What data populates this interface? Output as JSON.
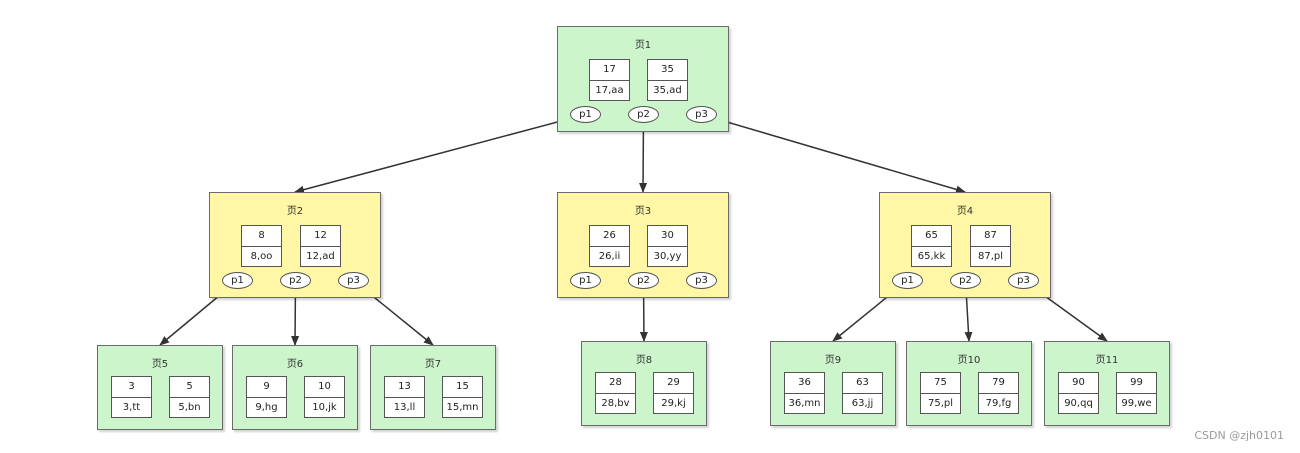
{
  "pages": {
    "p1": {
      "title": "页1",
      "keys": [
        {
          "k": "17",
          "v": "17,aa"
        },
        {
          "k": "35",
          "v": "35,ad"
        }
      ],
      "pointers": [
        "p1",
        "p2",
        "p3"
      ]
    },
    "p2": {
      "title": "页2",
      "keys": [
        {
          "k": "8",
          "v": "8,oo"
        },
        {
          "k": "12",
          "v": "12,ad"
        }
      ],
      "pointers": [
        "p1",
        "p2",
        "p3"
      ]
    },
    "p3": {
      "title": "页3",
      "keys": [
        {
          "k": "26",
          "v": "26,ii"
        },
        {
          "k": "30",
          "v": "30,yy"
        }
      ],
      "pointers": [
        "p1",
        "p2",
        "p3"
      ]
    },
    "p4": {
      "title": "页4",
      "keys": [
        {
          "k": "65",
          "v": "65,kk"
        },
        {
          "k": "87",
          "v": "87,pl"
        }
      ],
      "pointers": [
        "p1",
        "p2",
        "p3"
      ]
    },
    "p5": {
      "title": "页5",
      "keys": [
        {
          "k": "3",
          "v": "3,tt"
        },
        {
          "k": "5",
          "v": "5,bn"
        }
      ]
    },
    "p6": {
      "title": "页6",
      "keys": [
        {
          "k": "9",
          "v": "9,hg"
        },
        {
          "k": "10",
          "v": "10,jk"
        }
      ]
    },
    "p7": {
      "title": "页7",
      "keys": [
        {
          "k": "13",
          "v": "13,ll"
        },
        {
          "k": "15",
          "v": "15,mn"
        }
      ]
    },
    "p8": {
      "title": "页8",
      "keys": [
        {
          "k": "28",
          "v": "28,bv"
        },
        {
          "k": "29",
          "v": "29,kj"
        }
      ]
    },
    "p9": {
      "title": "页9",
      "keys": [
        {
          "k": "36",
          "v": "36,mn"
        },
        {
          "k": "63",
          "v": "63,jj"
        }
      ]
    },
    "p10": {
      "title": "页10",
      "keys": [
        {
          "k": "75",
          "v": "75,pl"
        },
        {
          "k": "79",
          "v": "79,fg"
        }
      ]
    },
    "p11": {
      "title": "页11",
      "keys": [
        {
          "k": "90",
          "v": "90,qq"
        },
        {
          "k": "99",
          "v": "99,we"
        }
      ]
    }
  },
  "edges": [
    {
      "from": "p1",
      "ptr": "p1",
      "to": "p2"
    },
    {
      "from": "p1",
      "ptr": "p2",
      "to": "p3"
    },
    {
      "from": "p1",
      "ptr": "p3",
      "to": "p4"
    },
    {
      "from": "p2",
      "ptr": "p1",
      "to": "p5"
    },
    {
      "from": "p2",
      "ptr": "p2",
      "to": "p6"
    },
    {
      "from": "p2",
      "ptr": "p3",
      "to": "p7"
    },
    {
      "from": "p3",
      "ptr": "p2",
      "to": "p8"
    },
    {
      "from": "p4",
      "ptr": "p1",
      "to": "p9"
    },
    {
      "from": "p4",
      "ptr": "p2",
      "to": "p10"
    },
    {
      "from": "p4",
      "ptr": "p3",
      "to": "p11"
    }
  ],
  "colors": {
    "root": "#ccf5cc",
    "internal": "#fff7a6",
    "leaf": "#ccf5cc",
    "border": "#6b6b6b",
    "arrow": "#333333"
  },
  "watermark": "CSDN @zjh0101"
}
